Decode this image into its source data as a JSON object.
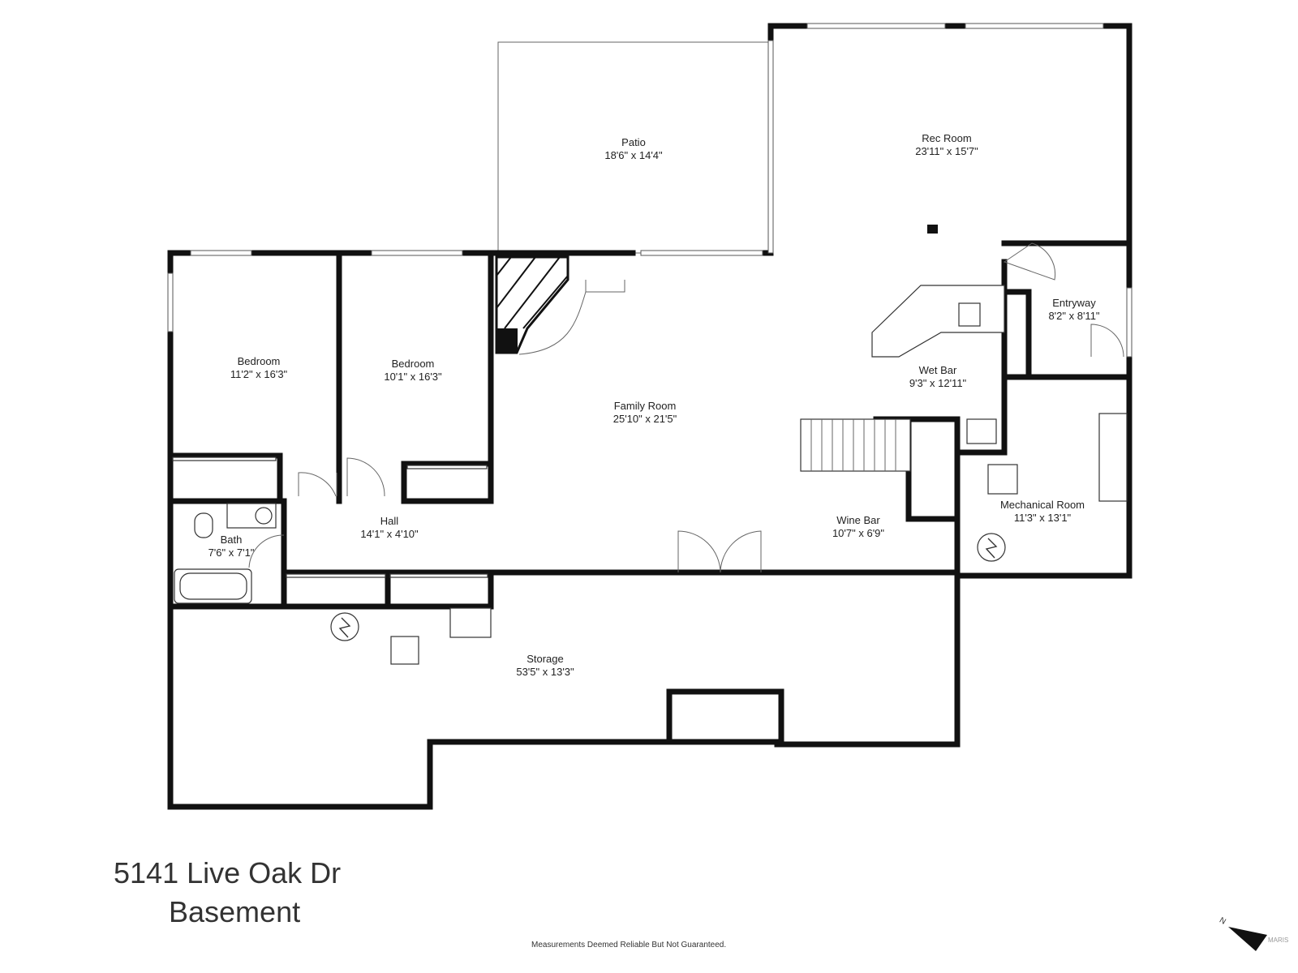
{
  "rooms": {
    "patio": {
      "name": "Patio",
      "dims": "18'6\" x 14'4\""
    },
    "rec_room": {
      "name": "Rec Room",
      "dims": "23'11\" x 15'7\""
    },
    "bedroom_1": {
      "name": "Bedroom",
      "dims": "11'2\" x 16'3\""
    },
    "bedroom_2": {
      "name": "Bedroom",
      "dims": "10'1\" x 16'3\""
    },
    "entryway": {
      "name": "Entryway",
      "dims": "8'2\" x 8'11\""
    },
    "wet_bar": {
      "name": "Wet Bar",
      "dims": "9'3\" x 12'11\""
    },
    "family_room": {
      "name": "Family Room",
      "dims": "25'10\" x 21'5\""
    },
    "mechanical_room": {
      "name": "Mechanical Room",
      "dims": "11'3\" x 13'1\""
    },
    "hall": {
      "name": "Hall",
      "dims": "14'1\" x 4'10\""
    },
    "bath": {
      "name": "Bath",
      "dims": "7'6\" x 7'1\""
    },
    "wine_bar": {
      "name": "Wine Bar",
      "dims": "10'7\" x 6'9\""
    },
    "storage": {
      "name": "Storage",
      "dims": "53'5\" x 13'3\""
    }
  },
  "footer": {
    "address": "5141 Live Oak Dr",
    "level": "Basement",
    "disclaimer": "Measurements Deemed Reliable But Not Guaranteed.",
    "watermark": "MARIS",
    "north_label": "N"
  },
  "icons": {
    "compass": "north-arrow-icon",
    "water_heater": "water-heater-icon"
  }
}
